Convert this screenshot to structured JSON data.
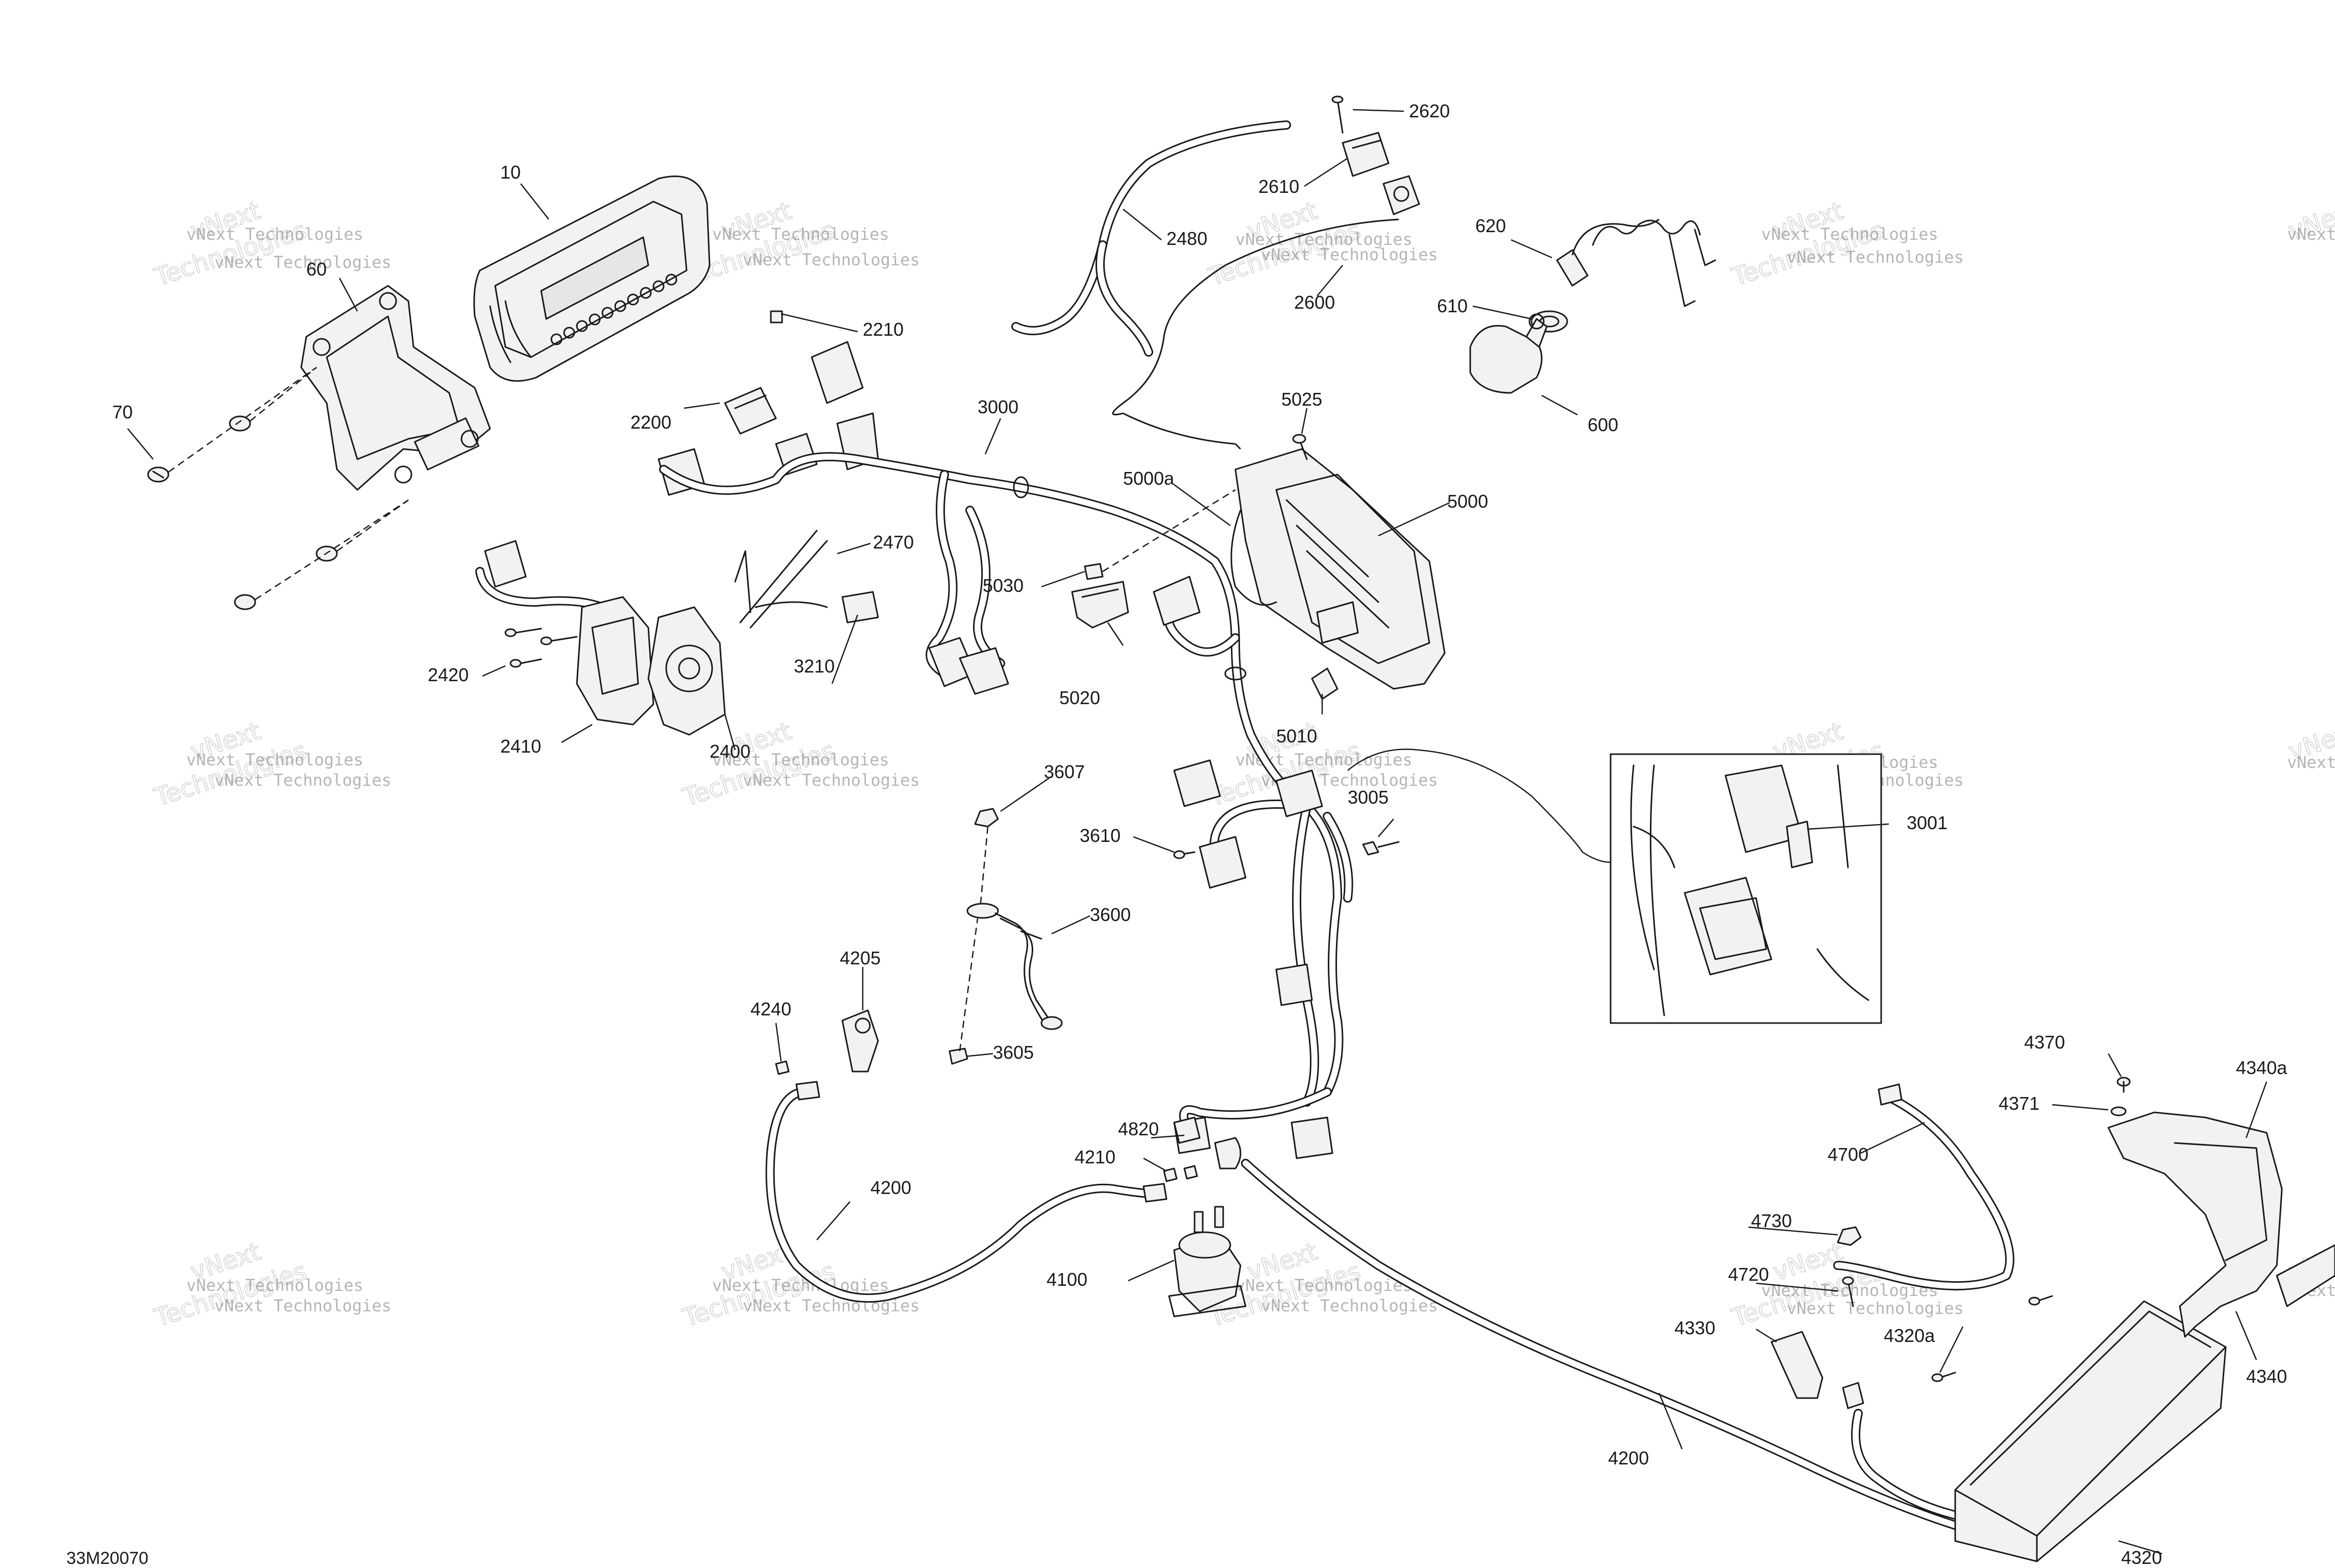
{
  "diagram": {
    "reference_code": "33M20070",
    "callouts": {
      "c10": "10",
      "c60": "60",
      "c70": "70",
      "c2200": "2200",
      "c2210": "2210",
      "c2400": "2400",
      "c2410": "2410",
      "c2420": "2420",
      "c2470": "2470",
      "c2480": "2480",
      "c2600": "2600",
      "c2610": "2610",
      "c2620": "2620",
      "c3000": "3000",
      "c3001": "3001",
      "c3005": "3005",
      "c3210": "3210",
      "c3600": "3600",
      "c3605": "3605",
      "c3607": "3607",
      "c3610": "3610",
      "c4100": "4100",
      "c4200a": "4200",
      "c4200b": "4200",
      "c4205": "4205",
      "c4210": "4210",
      "c4240": "4240",
      "c4320": "4320",
      "c4320a": "4320a",
      "c4330": "4330",
      "c4340": "4340",
      "c4340a": "4340a",
      "c4370": "4370",
      "c4371": "4371",
      "c4700": "4700",
      "c4720": "4720",
      "c4730": "4730",
      "c4820": "4820",
      "c5000": "5000",
      "c5000a": "5000a",
      "c5010": "5010",
      "c5020": "5020",
      "c5025": "5025",
      "c5030": "5030",
      "c600": "600",
      "c610": "610",
      "c620": "620"
    },
    "watermark": {
      "line1": "vNext Technologies",
      "line2": "vNext",
      "line3": "Technologies"
    }
  }
}
